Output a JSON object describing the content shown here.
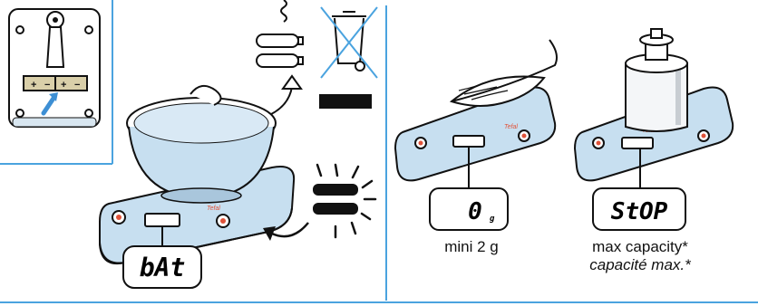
{
  "left_panel": {
    "lcd_display": "bAt",
    "battery_polarity": [
      "+",
      "−",
      "+",
      "−"
    ],
    "scale_brand": "Tefal"
  },
  "right_panel": {
    "min_display": "0",
    "min_display_unit": "g",
    "min_caption": "mini 2 g",
    "max_display": "StOP",
    "max_caption_en": "max capacity*",
    "max_caption_fr": "capacité max.*",
    "scale_brand": "Tefal"
  },
  "colors": {
    "frame_blue": "#4aa3df",
    "scale_blue": "#c7dff0",
    "arrow_blue": "#3d8fd4"
  }
}
